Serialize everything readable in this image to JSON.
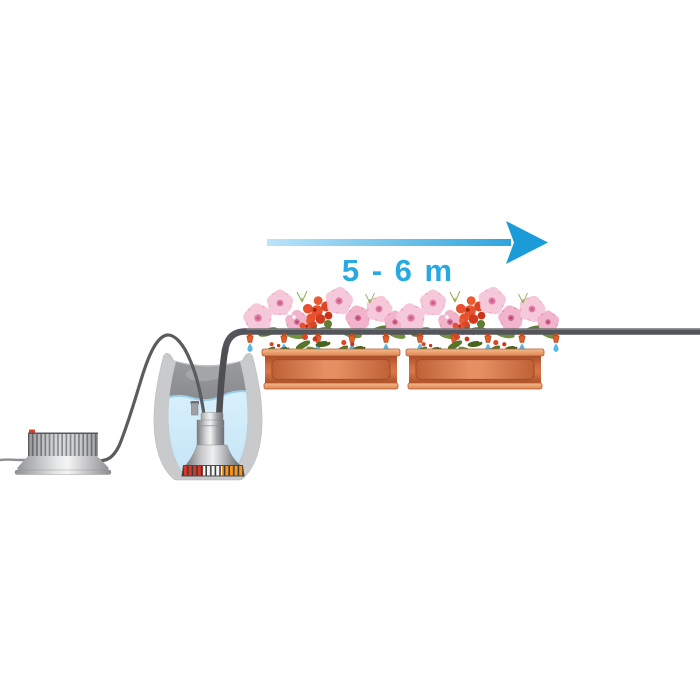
{
  "diagram": {
    "distance_label": "5 - 6 m",
    "arrow_direction": "right",
    "planter_boxes_count": 2,
    "drippers_count": 10,
    "scene_objects": [
      "distance-arrow",
      "drip-irrigation-pipe",
      "drip-emitter",
      "water-drop",
      "flower-box",
      "flower-cluster",
      "water-reservoir",
      "submersible-pump",
      "pump-power-cable",
      "supply-hose",
      "transformer-unit",
      "mains-cable"
    ],
    "colors": {
      "accent_blue": "#29A9E1",
      "arrow_start": "#BCE4F8",
      "arrow_end": "#1B9CD8",
      "pipe_gray": "#54555A",
      "drop_blue": "#56B9E8",
      "water_light": "#D9F0FC",
      "water_blue": "#C3E4F6",
      "terracotta_light": "#F6BB8E",
      "terracotta_mid": "#D97342",
      "terracotta_dark": "#A94E28",
      "flower_pink": "#EFA9C2",
      "flower_pink_light": "#F6C9DA",
      "flower_red": "#E8512E",
      "foliage_green": "#6E9040",
      "metal_light": "#E9EAEB",
      "metal_dark": "#7E8083",
      "cable_gray": "#5B5C5F"
    }
  }
}
